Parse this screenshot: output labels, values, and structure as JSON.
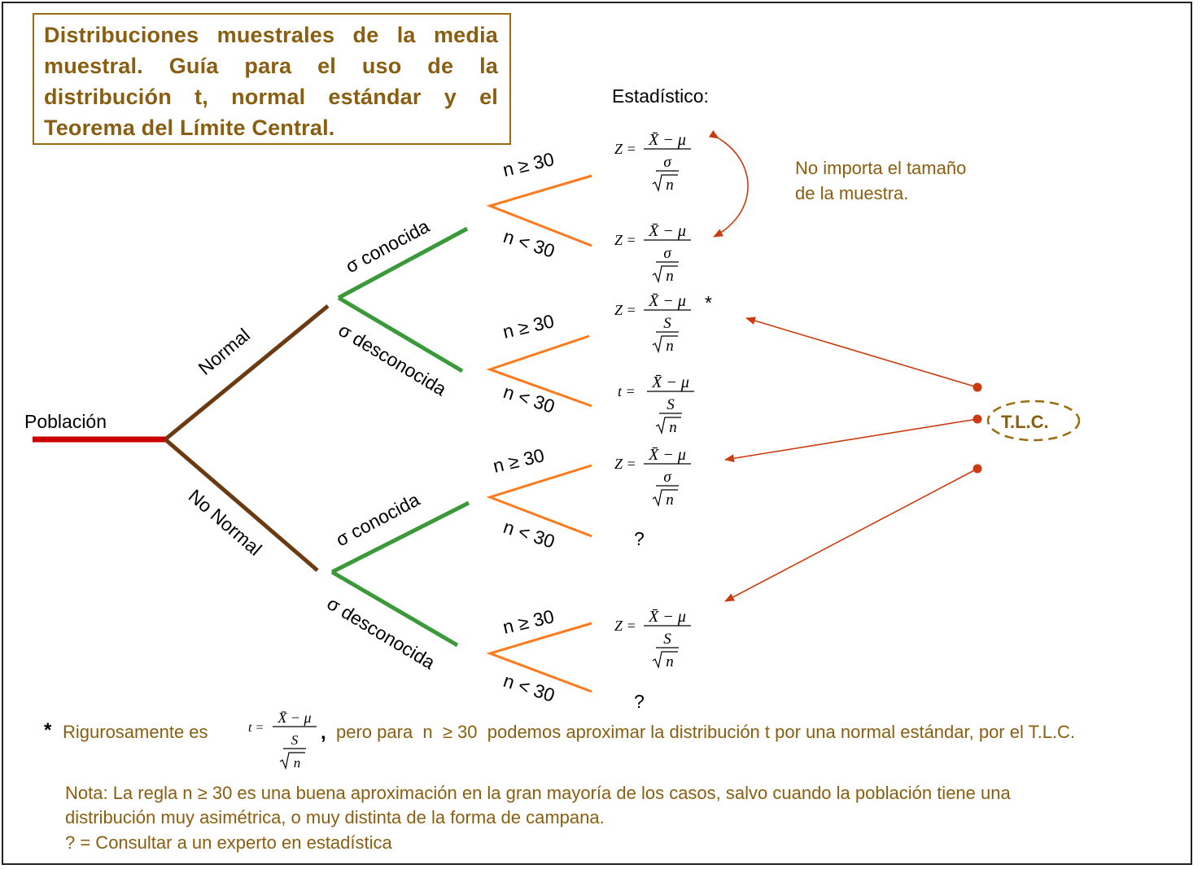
{
  "title": "Distribuciones muestrales de la media muestral. Guía para el uso de la distribución t, normal estándar y el Teorema del Límite Central.",
  "statistic_header": "Estadístico:",
  "root_label": "Población",
  "population_branches": {
    "normal": "Normal",
    "non_normal": "No Normal"
  },
  "sigma_branches": {
    "known": "σ conocida",
    "unknown": "σ desconocida"
  },
  "sample_size": {
    "large": "n ≥ 30",
    "small": "n < 30"
  },
  "formulas": {
    "z_sigma": {
      "lhs": "Z =",
      "num": "X̄ − μ",
      "den_top": "σ",
      "den_root": "n"
    },
    "z_s": {
      "lhs": "Z =",
      "num": "X̄ − μ",
      "den_top": "S",
      "den_root": "n"
    },
    "t_s": {
      "lhs": "t =",
      "num": "X̄ − μ",
      "den_top": "S",
      "den_root": "n"
    }
  },
  "unknown_mark": "?",
  "asterisk": "*",
  "size_note": "No importa el tamaño de la muestra.",
  "tlc_label": "T.L.C.",
  "footnote": {
    "prefix": "Rigurosamente es",
    "comma": ",",
    "suffix": "pero para  n  ≥ 30  podemos aproximar la distribución t por una normal estándar, por el T.L.C."
  },
  "notes": [
    "Nota: La regla n ≥ 30 es una buena aproximación en la gran mayoría de los casos, salvo cuando la población tiene una",
    "distribución muy asimétrica, o muy distinta de la forma de campana.",
    "? =  Consultar a un experto en estadística"
  ],
  "colors": {
    "population_line": "#cc0000",
    "level1_lines": "#6b3a10",
    "level2_lines": "#3a9a3a",
    "level3_lines": "#ff7a1a",
    "arrows": "#cc3a10",
    "text_accent": "#8a5e10"
  }
}
